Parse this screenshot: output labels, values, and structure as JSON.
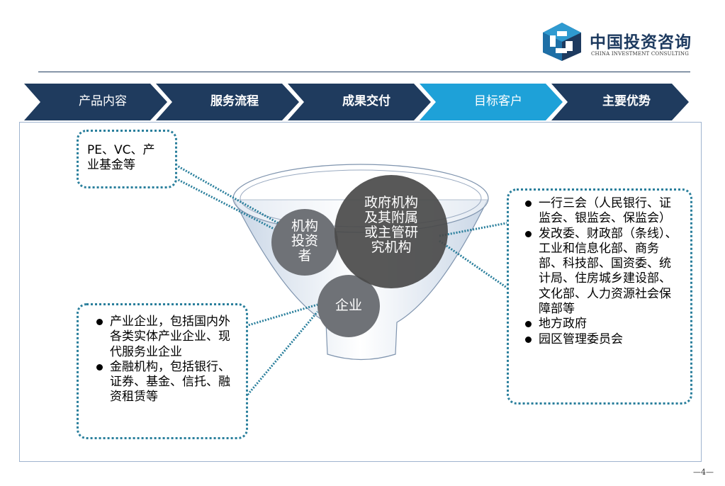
{
  "logo": {
    "name_cn": "中国投资咨询",
    "name_en": "CHINA INVESTMENT CONSULTING",
    "brand_color": "#1d3a5f"
  },
  "nav": {
    "active_color": "#1ea1d8",
    "default_color": "#1f3b5e",
    "steps": [
      {
        "label": "产品内容",
        "active": false
      },
      {
        "label": "服务流程",
        "active": false
      },
      {
        "label": "成果交付",
        "active": false
      },
      {
        "label": "目标客户",
        "active": true
      },
      {
        "label": "主要优势",
        "active": false
      }
    ]
  },
  "diagram": {
    "circle_institutional": "机构\n投资\n者",
    "circle_government": "政府机构\n及其附属\n或主管研\n究机构",
    "circle_enterprise": "企业"
  },
  "callouts": {
    "pe_vc": "PE、VC、产\n业基金等",
    "enterprise_items": [
      "产业企业，包括国内外各类实体产业企业、现代服务业企业",
      "金融机构，包括银行、证券、基金、信托、融资租赁等"
    ],
    "government_items": [
      "一行三会（人民银行、证监会、银监会、保监会）",
      "发改委、财政部（条线）、工业和信息化部、商务部、科技部、国资委、统计局、住房城乡建设部、文化部、人力资源社会保障部等",
      "地方政府",
      "园区管理委员会"
    ]
  },
  "page_number": "—4—"
}
